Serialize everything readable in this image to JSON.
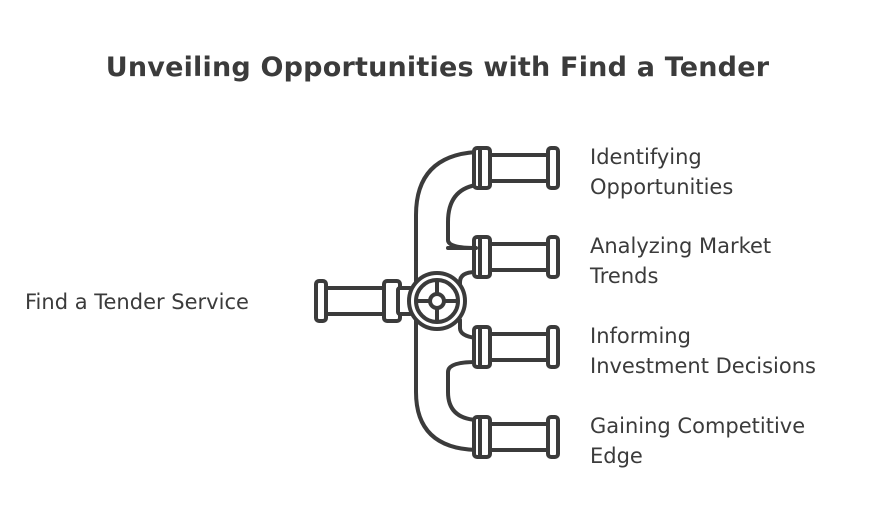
{
  "title": "Unveiling Opportunities with Find a Tender",
  "source": {
    "label": "Find a Tender Service"
  },
  "outputs": [
    {
      "line1": "Identifying",
      "line2": "Opportunities"
    },
    {
      "line1": "Analyzing Market",
      "line2": "Trends"
    },
    {
      "line1": "Informing",
      "line2": "Investment Decisions"
    },
    {
      "line1": "Gaining Competitive",
      "line2": "Edge"
    }
  ],
  "colors": {
    "stroke": "#3b3b3b",
    "fill": "#ffffff"
  },
  "icons": {
    "hub": "valve-wheel-icon"
  }
}
